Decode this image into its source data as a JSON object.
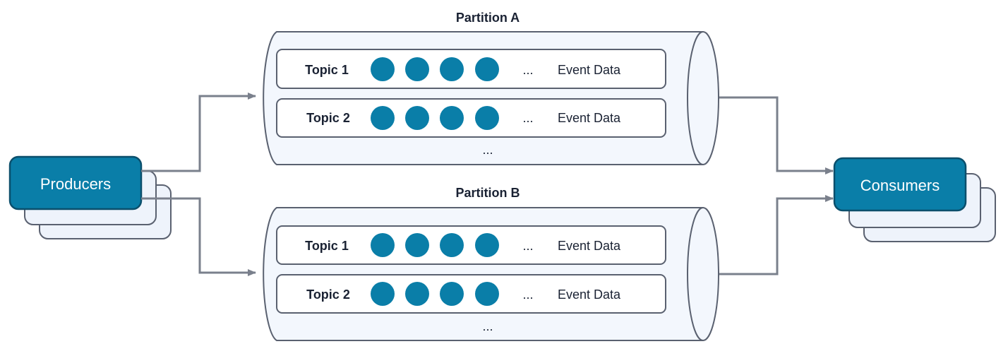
{
  "producers": {
    "label": "Producers"
  },
  "consumers": {
    "label": "Consumers"
  },
  "partitions": [
    {
      "title": "Partition A",
      "topics": [
        {
          "label": "Topic 1",
          "ellipsis": "...",
          "data_label": "Event Data"
        },
        {
          "label": "Topic 2",
          "ellipsis": "...",
          "data_label": "Event Data"
        }
      ],
      "more": "..."
    },
    {
      "title": "Partition B",
      "topics": [
        {
          "label": "Topic 1",
          "ellipsis": "...",
          "data_label": "Event Data"
        },
        {
          "label": "Topic 2",
          "ellipsis": "...",
          "data_label": "Event Data"
        }
      ],
      "more": "..."
    }
  ],
  "colors": {
    "primary": "#0a7ea8",
    "primary_stroke": "#0b4f6c",
    "cylinder_fill": "#f3f7fd",
    "stack_fill": "#eef3fb",
    "outline": "#5a6170",
    "arrow": "#7a808c"
  }
}
